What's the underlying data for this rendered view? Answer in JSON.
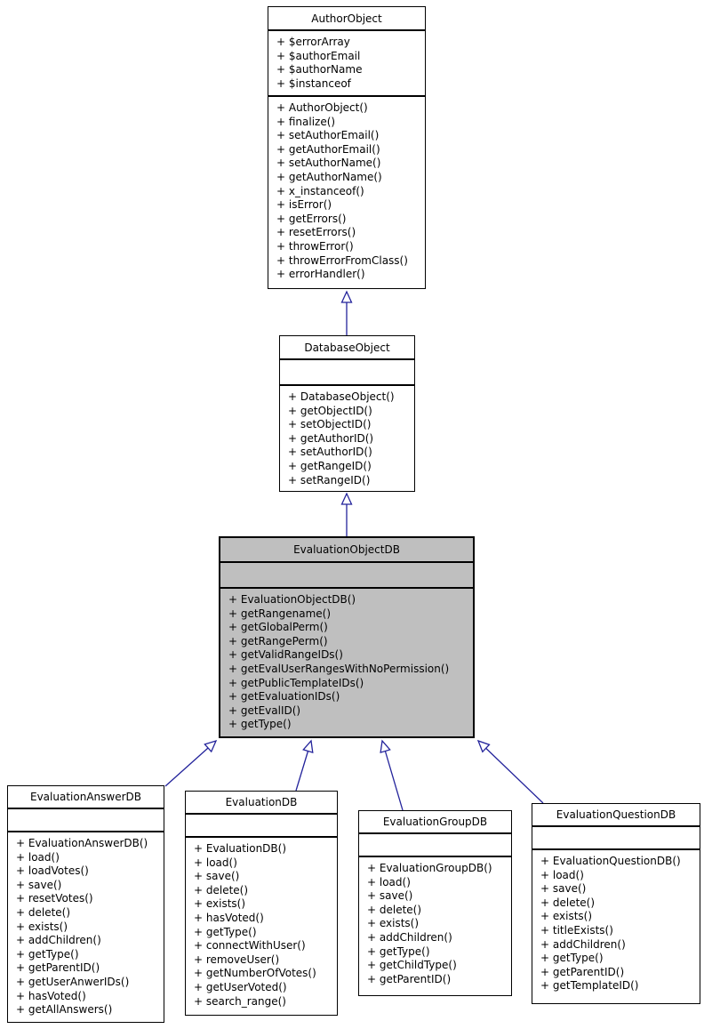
{
  "diagram": {
    "kind": "uml-class-inheritance-graph",
    "colors": {
      "background": "#ffffff",
      "node_fill": "#ffffff",
      "highlighted_node_fill": "#bfbfbf",
      "node_border": "#000000",
      "arrow": "#23239b",
      "text": "#000000"
    },
    "classes": [
      {
        "name": "AuthorObject",
        "highlighted": false,
        "attributes": [
          "+ $errorArray",
          "+ $authorEmail",
          "+ $authorName",
          "+ $instanceof"
        ],
        "methods": [
          "+ AuthorObject()",
          "+ finalize()",
          "+ setAuthorEmail()",
          "+ getAuthorEmail()",
          "+ setAuthorName()",
          "+ getAuthorName()",
          "+ x_instanceof()",
          "+ isError()",
          "+ getErrors()",
          "+ resetErrors()",
          "+ throwError()",
          "+ throwErrorFromClass()",
          "+ errorHandler()"
        ]
      },
      {
        "name": "DatabaseObject",
        "highlighted": false,
        "attributes": [],
        "methods": [
          "+ DatabaseObject()",
          "+ getObjectID()",
          "+ setObjectID()",
          "+ getAuthorID()",
          "+ setAuthorID()",
          "+ getRangeID()",
          "+ setRangeID()"
        ]
      },
      {
        "name": "EvaluationObjectDB",
        "highlighted": true,
        "attributes": [],
        "methods": [
          "+ EvaluationObjectDB()",
          "+ getRangename()",
          "+ getGlobalPerm()",
          "+ getRangePerm()",
          "+ getValidRangeIDs()",
          "+ getEvalUserRangesWithNoPermission()",
          "+ getPublicTemplateIDs()",
          "+ getEvaluationIDs()",
          "+ getEvalID()",
          "+ getType()"
        ]
      },
      {
        "name": "EvaluationAnswerDB",
        "highlighted": false,
        "attributes": [],
        "methods": [
          "+ EvaluationAnswerDB()",
          "+ load()",
          "+ loadVotes()",
          "+ save()",
          "+ resetVotes()",
          "+ delete()",
          "+ exists()",
          "+ addChildren()",
          "+ getType()",
          "+ getParentID()",
          "+ getUserAnwerIDs()",
          "+ hasVoted()",
          "+ getAllAnswers()"
        ]
      },
      {
        "name": "EvaluationDB",
        "highlighted": false,
        "attributes": [],
        "methods": [
          "+ EvaluationDB()",
          "+ load()",
          "+ save()",
          "+ delete()",
          "+ exists()",
          "+ hasVoted()",
          "+ getType()",
          "+ connectWithUser()",
          "+ removeUser()",
          "+ getNumberOfVotes()",
          "+ getUserVoted()",
          "+ search_range()"
        ]
      },
      {
        "name": "EvaluationGroupDB",
        "highlighted": false,
        "attributes": [],
        "methods": [
          "+ EvaluationGroupDB()",
          "+ load()",
          "+ save()",
          "+ delete()",
          "+ exists()",
          "+ addChildren()",
          "+ getType()",
          "+ getChildType()",
          "+ getParentID()"
        ]
      },
      {
        "name": "EvaluationQuestionDB",
        "highlighted": false,
        "attributes": [],
        "methods": [
          "+ EvaluationQuestionDB()",
          "+ load()",
          "+ save()",
          "+ delete()",
          "+ exists()",
          "+ titleExists()",
          "+ addChildren()",
          "+ getType()",
          "+ getParentID()",
          "+ getTemplateID()"
        ]
      }
    ],
    "relations": [
      {
        "from": "DatabaseObject",
        "to": "AuthorObject",
        "type": "inheritance"
      },
      {
        "from": "EvaluationObjectDB",
        "to": "DatabaseObject",
        "type": "inheritance"
      },
      {
        "from": "EvaluationAnswerDB",
        "to": "EvaluationObjectDB",
        "type": "inheritance"
      },
      {
        "from": "EvaluationDB",
        "to": "EvaluationObjectDB",
        "type": "inheritance"
      },
      {
        "from": "EvaluationGroupDB",
        "to": "EvaluationObjectDB",
        "type": "inheritance"
      },
      {
        "from": "EvaluationQuestionDB",
        "to": "EvaluationObjectDB",
        "type": "inheritance"
      }
    ]
  }
}
